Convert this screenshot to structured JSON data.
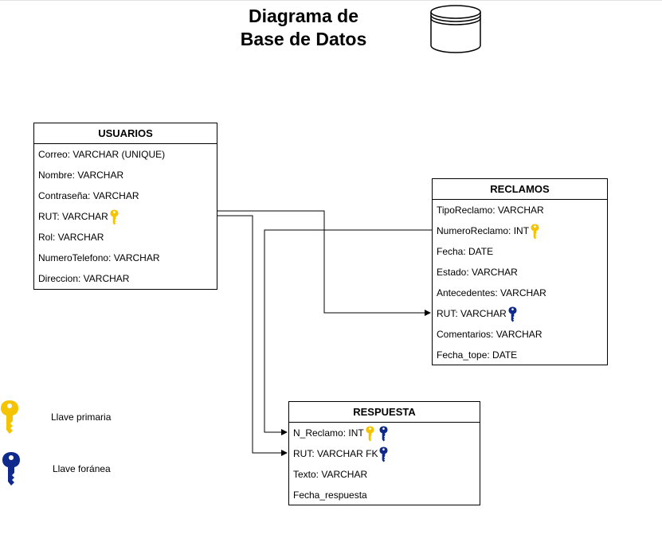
{
  "title": {
    "line1": "Diagrama de",
    "line2": "Base de Datos"
  },
  "icons": {
    "database": "database-icon",
    "primary_key": "key-icon",
    "foreign_key": "key-icon"
  },
  "colors": {
    "primary_key": "#F5C400",
    "foreign_key": "#0F2A8C",
    "border": "#000000"
  },
  "tables": {
    "usuarios": {
      "name": "USUARIOS",
      "fields": [
        {
          "text": "Correo: VARCHAR (UNIQUE)"
        },
        {
          "text": "Nombre: VARCHAR"
        },
        {
          "text": "Contraseña: VARCHAR"
        },
        {
          "text": "RUT: VARCHAR",
          "keys": [
            "primary"
          ]
        },
        {
          "text": "Rol: VARCHAR"
        },
        {
          "text": "NumeroTelefono: VARCHAR"
        },
        {
          "text": "Direccion: VARCHAR"
        }
      ]
    },
    "reclamos": {
      "name": "RECLAMOS",
      "fields": [
        {
          "text": "TipoReclamo: VARCHAR"
        },
        {
          "text": "NumeroReclamo: INT",
          "keys": [
            "primary"
          ]
        },
        {
          "text": "Fecha: DATE"
        },
        {
          "text": "Estado: VARCHAR"
        },
        {
          "text": "Antecedentes: VARCHAR"
        },
        {
          "text": "RUT: VARCHAR",
          "keys": [
            "foreign"
          ]
        },
        {
          "text": "Comentarios: VARCHAR"
        },
        {
          "text": "Fecha_tope: DATE"
        }
      ]
    },
    "respuesta": {
      "name": "RESPUESTA",
      "fields": [
        {
          "text": "N_Reclamo: INT",
          "keys": [
            "primary",
            "foreign"
          ]
        },
        {
          "text": "RUT: VARCHAR FK",
          "keys": [
            "foreign"
          ]
        },
        {
          "text": "Texto: VARCHAR"
        },
        {
          "text": "Fecha_respuesta"
        }
      ]
    }
  },
  "legend": {
    "primary_label": "Llave primaria",
    "foreign_label": "Llave foránea"
  }
}
